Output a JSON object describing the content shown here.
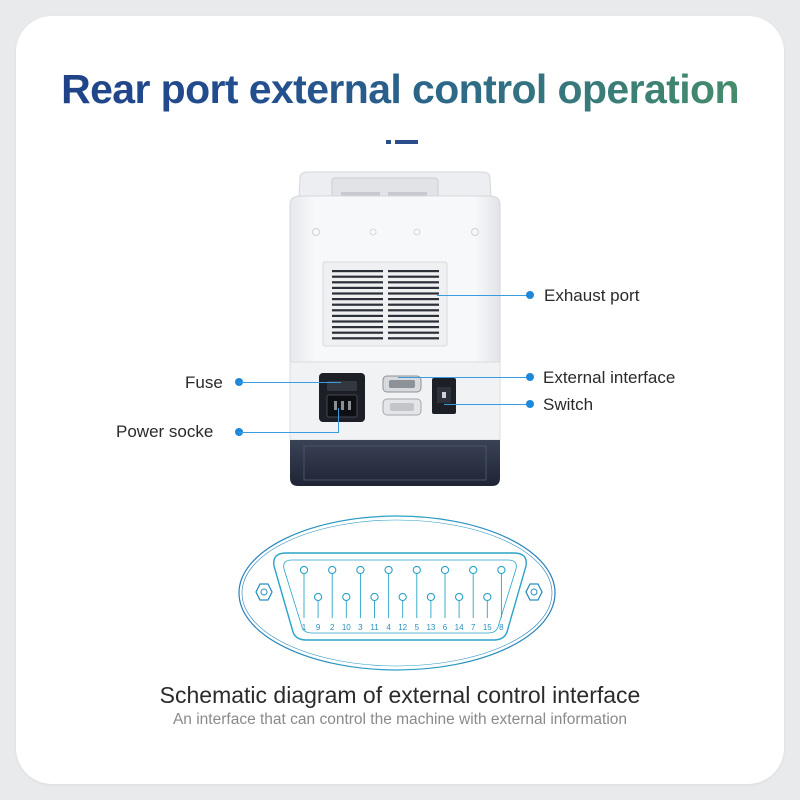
{
  "title": "Rear port external control operation",
  "colors": {
    "title_start": "#1f3f86",
    "title_end": "#4a9463",
    "accent_blue": "#1e88d8",
    "diagram_stroke": "#2aa3c9",
    "device_body": "#f3f4f6",
    "device_base": "#2a3142"
  },
  "labels": {
    "exhaust_port": "Exhaust port",
    "external_interface": "External interface",
    "switch": "Switch",
    "fuse": "Fuse",
    "power_socket": "Power socke"
  },
  "connector": {
    "pins": [
      "1",
      "9",
      "2",
      "10",
      "3",
      "11",
      "4",
      "12",
      "5",
      "13",
      "6",
      "14",
      "7",
      "15",
      "8"
    ]
  },
  "caption": {
    "main": "Schematic diagram of external control interface",
    "sub": "An interface that can control the machine with external information"
  }
}
